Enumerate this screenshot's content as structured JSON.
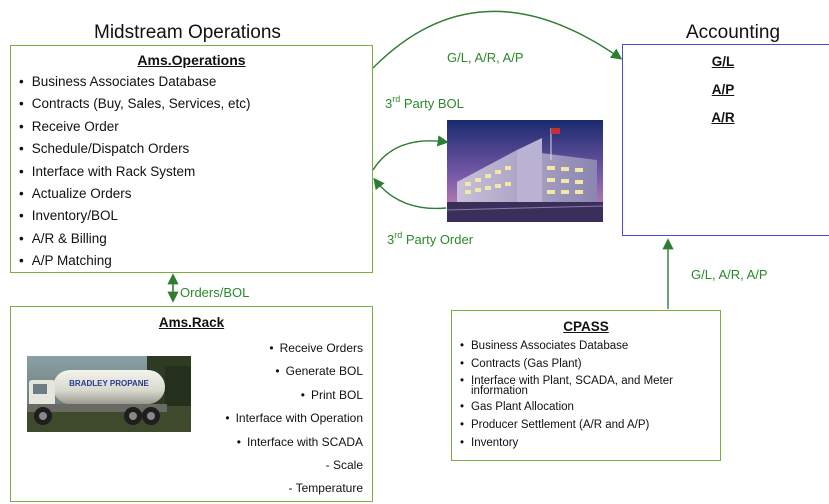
{
  "midstream": {
    "heading": "Midstream Operations",
    "ops_box": {
      "title": "Ams.Operations",
      "items": [
        "Business Associates Database",
        "Contracts (Buy, Sales, Services, etc)",
        "Receive Order",
        "Schedule/Dispatch Orders",
        "Interface with Rack System",
        "Actualize Orders",
        "Inventory/BOL",
        "A/R & Billing",
        "A/P Matching"
      ]
    },
    "rack_box": {
      "title": "Ams.Rack",
      "items": [
        "Receive Orders",
        "Generate BOL",
        "Print BOL",
        "Interface with Operation",
        "Interface with SCADA",
        "- Scale",
        "- Temperature"
      ],
      "truck_text": "BRADLEY PROPANE"
    }
  },
  "accounting": {
    "heading": "Accounting",
    "items": [
      "G/L",
      "A/P",
      "A/R"
    ]
  },
  "cpass": {
    "title": "CPASS",
    "items": [
      "Business Associates Database",
      "Contracts (Gas Plant)",
      "Interface with Plant, SCADA, and Meter information",
      "Gas Plant Allocation",
      "Producer Settlement (A/R and A/P)",
      "Inventory"
    ]
  },
  "flows": {
    "ops_to_accounting": "G/L, A/R, A/P",
    "cpass_to_accounting": "G/L, A/R, A/P",
    "orders_bol": "Orders/BOL",
    "third_party_bol_num": "3",
    "third_party_bol_sup": "rd",
    "third_party_bol_rest": " Party BOL",
    "third_party_order_num": "3",
    "third_party_order_sup": "rd",
    "third_party_order_rest": " Party Order"
  },
  "colors": {
    "green_border": "#7ab13d",
    "blue_border": "#4b4bd6",
    "arrow_green": "#2e7d32",
    "label_green": "#2a8a2a"
  }
}
